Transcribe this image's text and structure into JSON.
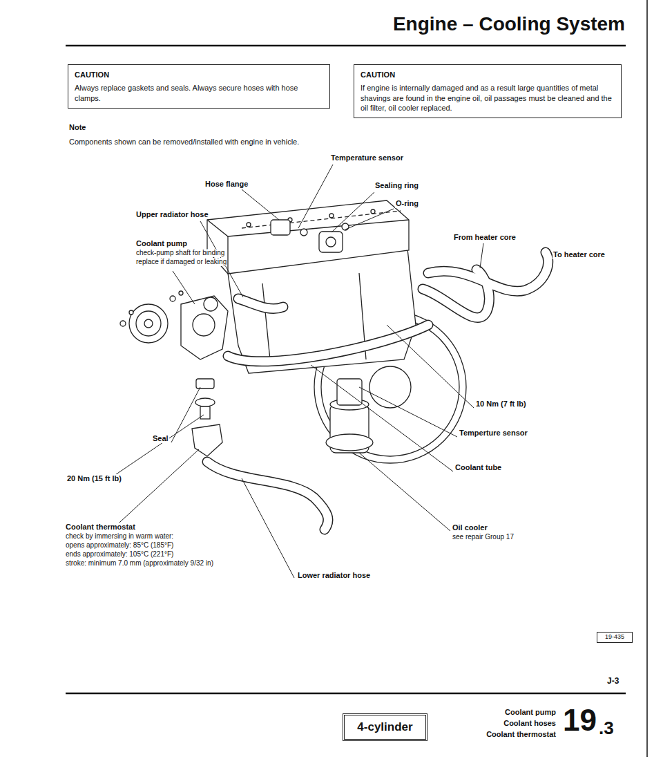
{
  "diagram": {
    "title": "Engine – Cooling System",
    "nodes": [
      {
        "text": [
          "CAUTION",
          "Always replace gaskets and seals. Always secure hoses with hose clamps."
        ]
      },
      {
        "text": [
          "CAUTION",
          "If engine is internally damaged and as a result large quantities of metal shavings are found in the engine oil, oil passages must be cleaned and the oil filter, oil cooler replaced."
        ]
      },
      {
        "text": [
          "19-435"
        ]
      },
      {
        "text": [
          "4-cylinder"
        ]
      }
    ],
    "labels": [
      "Note",
      "Components shown can be removed/installed with engine in vehicle.",
      "Temperature sensor",
      "Hose flange",
      "Sealing ring",
      "O-ring",
      "Upper radiator hose",
      "From heater core",
      "To heater core",
      "Coolant pump",
      "check-pump shaft for binding",
      "replace if damaged or leaking",
      "10 Nm (7 ft lb)",
      "Temperture sensor",
      "Seal",
      "20 Nm (15 ft lb)",
      "Coolant tube",
      "Coolant thermostat",
      "check by immersing in warm water:",
      "opens approximately: 85°C (185°F)",
      "ends approximately: 105°C (221°F)",
      "stroke: minimum 7.0 mm (approximately 9/32 in)",
      "Oil cooler",
      "see repair Group 17",
      "Lower radiator hose",
      "J-3",
      "Coolant pump",
      "Coolant hoses",
      "Coolant thermostat",
      "19",
      ".3"
    ]
  }
}
